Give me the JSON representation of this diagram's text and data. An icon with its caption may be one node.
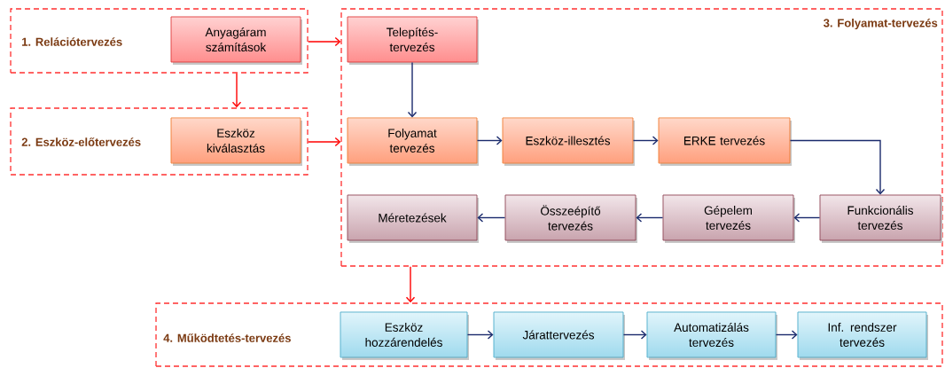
{
  "diagram": {
    "nodes": [
      {
        "text": [
          "1. Relációtervezés"
        ]
      },
      {
        "text": [
          "Anyagáram számítások"
        ],
        "in": 0
      },
      {
        "text": [
          "2. Eszköz-előtervezés"
        ]
      },
      {
        "text": [
          "Eszköz kiválasztás"
        ],
        "in": 2
      },
      {
        "text": [
          "3. Folyamat-tervezés"
        ]
      },
      {
        "text": [
          "Telepítés- tervezés"
        ],
        "in": 4
      },
      {
        "text": [
          "Folyamat tervezés"
        ],
        "in": 4
      },
      {
        "text": [
          "Eszköz-illesztés"
        ],
        "in": 4
      },
      {
        "text": [
          "ERKE tervezés"
        ],
        "in": 4
      },
      {
        "text": [
          "Méretezések"
        ],
        "in": 4
      },
      {
        "text": [
          "Összeépítő tervezés"
        ],
        "in": 4
      },
      {
        "text": [
          "Gépelem tervezés"
        ],
        "in": 4
      },
      {
        "text": [
          "Funkcionális tervezés"
        ],
        "in": 4
      },
      {
        "text": [
          "4. Működtetés-tervezés"
        ]
      },
      {
        "text": [
          "Eszköz hozzárendelés"
        ],
        "in": 13
      },
      {
        "text": [
          "Járattervezés"
        ],
        "in": 13
      },
      {
        "text": [
          "Automatizálás tervezés"
        ],
        "in": 13
      },
      {
        "text": [
          "Inf. rendszer tervezés"
        ],
        "in": 13
      }
    ],
    "edges": [
      {
        "from": 0,
        "to": 4,
        "arrow": "to",
        "color": "#ff0000"
      },
      {
        "from": 0,
        "to": 2,
        "arrow": "to",
        "color": "#ff0000"
      },
      {
        "from": 2,
        "to": 4,
        "arrow": "to",
        "color": "#ff0000"
      },
      {
        "from": 5,
        "to": 6,
        "arrow": "to"
      },
      {
        "from": 6,
        "to": 7,
        "arrow": "to"
      },
      {
        "from": 7,
        "to": 8,
        "arrow": "to"
      },
      {
        "from": 8,
        "to": 12,
        "arrow": "to"
      },
      {
        "from": 12,
        "to": 11,
        "arrow": "to"
      },
      {
        "from": 11,
        "to": 10,
        "arrow": "to"
      },
      {
        "from": 10,
        "to": 9,
        "arrow": "to"
      },
      {
        "from": 4,
        "to": 13,
        "arrow": "to",
        "color": "#ff0000"
      },
      {
        "from": 14,
        "to": 15,
        "arrow": "to"
      },
      {
        "from": 15,
        "to": 16,
        "arrow": "to"
      },
      {
        "from": 16,
        "to": 17,
        "arrow": "to"
      }
    ]
  }
}
